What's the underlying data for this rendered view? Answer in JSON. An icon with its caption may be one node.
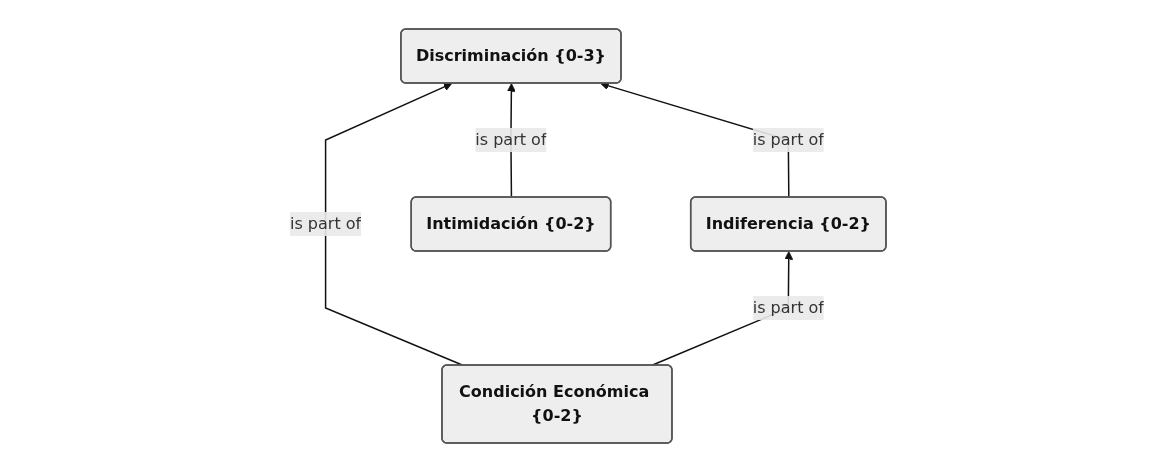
{
  "diagram": {
    "nodes": [
      {
        "text": [
          "Discriminación {0-3}"
        ]
      },
      {
        "text": [
          "Condición Económica {0-2}"
        ]
      },
      {
        "text": [
          "Indiferencia {0-2}"
        ]
      },
      {
        "text": [
          "Intimidación {0-2}"
        ]
      }
    ],
    "edges": [
      {
        "from": 1,
        "to": 0,
        "arrow": "to",
        "label": "is part of"
      },
      {
        "from": 3,
        "to": 0,
        "arrow": "to",
        "label": "is part of"
      },
      {
        "from": 2,
        "to": 0,
        "arrow": "to",
        "label": "is part of"
      },
      {
        "from": 1,
        "to": 2,
        "arrow": "to",
        "label": "is part of"
      }
    ]
  }
}
